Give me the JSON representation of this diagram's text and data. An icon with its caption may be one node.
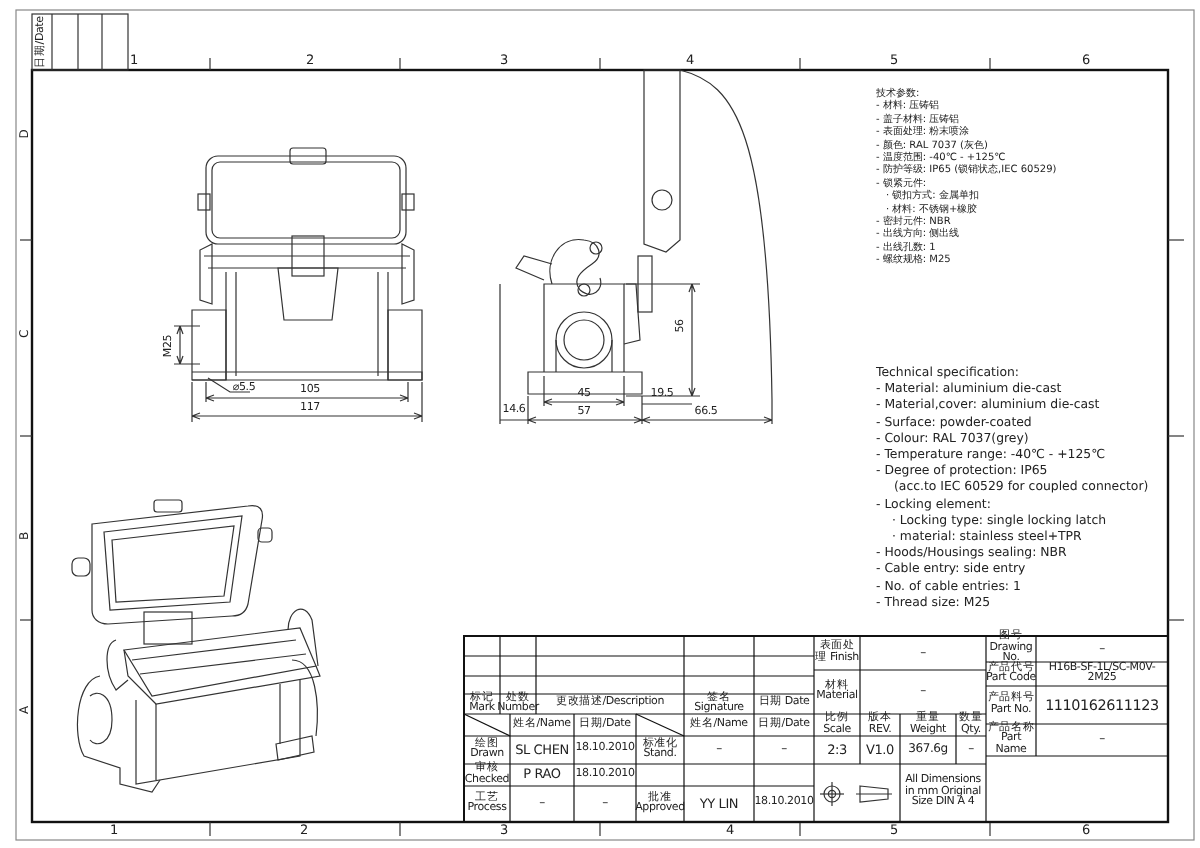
{
  "diagram": {
    "labels": [
      "日期/Date",
      "1",
      "2",
      "3",
      "4",
      "5",
      "6",
      "D",
      "C",
      "B",
      "A",
      "技术参数:",
      "- 材料: 压铸铝",
      "- 盖子材料: 压铸铝",
      "- 表面处理: 粉末喷涂",
      "- 颜色: RAL 7037 (灰色)",
      "- 温度范围: -40℃ - +125℃",
      "- 防护等级: IP65 (锁销状态,IEC 60529)",
      "- 锁紧元件:",
      "· 锁扣方式: 金属单扣",
      "· 材料: 不锈钢+橡胶",
      "- 密封元件: NBR",
      "- 出线方向: 侧出线",
      "- 出线孔数: 1",
      "- 螺纹规格: M25",
      "M25",
      "⌀5.5",
      "105",
      "117",
      "14.6",
      "57",
      "45",
      "19.5",
      "66.5",
      "56",
      "Technical specification:",
      "- Material: aluminium die-cast",
      "- Material,cover: aluminium die-cast",
      "- Surface: powder-coated",
      "- Colour: RAL 7037(grey)",
      "- Temperature range: -40℃ - +125℃",
      "- Degree of protection: IP65",
      "(acc.to IEC 60529 for coupled connector)",
      "- Locking element:",
      "· Locking type: single locking latch",
      "· material: stainless steel+TPR",
      "- Hoods/Housings sealing: NBR",
      "- Cable entry: side entry",
      "- No. of cable entries: 1",
      "- Thread size: M25",
      "表面处理 Finish",
      "–",
      "材料 Material",
      "–",
      "图号 Drawing No.",
      "–",
      "产品代号 Part Code",
      "H16B-SF-1L/SC-M0V-2M25",
      "产品料号 Part No.",
      "1110162611123",
      "产品名称 Part Name",
      "–",
      "标记 Mark",
      "处数 Number",
      "更改描述/Description",
      "签名 Signature",
      "日期 Date",
      "姓名/Name",
      "日期/Date",
      "姓名/Name",
      "日期/Date",
      "比例 Scale",
      "版本 REV.",
      "重量 Weight",
      "数量 Qty.",
      "绘图 Drawn",
      "SL CHEN",
      "18.10.2010",
      "标准化 Stand.",
      "–",
      "–",
      "2:3",
      "V1.0",
      "367.6g",
      "–",
      "审核 Checked",
      "P RAO",
      "18.10.2010",
      "工艺 Process",
      "–",
      "–",
      "批准 Approved",
      "YY LIN",
      "18.10.2010",
      "All Dimensions in mm Original Size DIN A 4",
      "1",
      "2",
      "3",
      "4",
      "5",
      "6"
    ]
  }
}
